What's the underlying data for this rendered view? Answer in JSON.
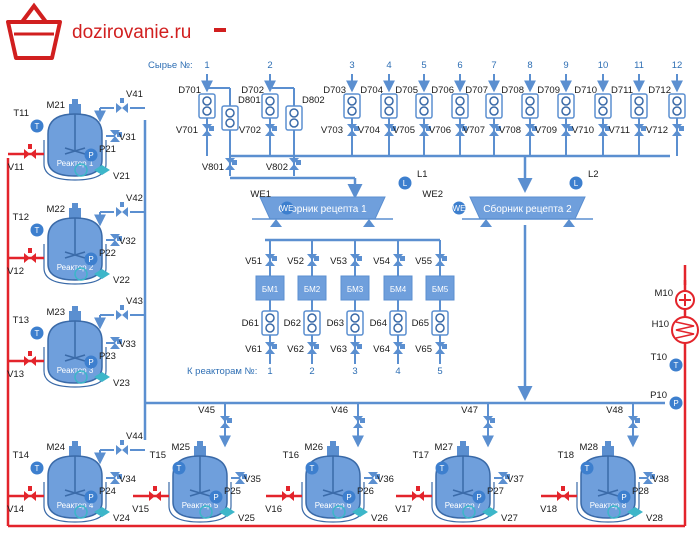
{
  "brand": {
    "name": "dozirovanie.ru"
  },
  "captions": {
    "raw_materials": "Сырье №:",
    "to_reactors": "К реакторам №:"
  },
  "colors": {
    "pipe": "#5b8fd0",
    "equipment": "#5b8fd0",
    "heating_line": "#e3242b",
    "valve_red": "#e3242b",
    "brand": "#d11f1f"
  },
  "feeds": [
    {
      "no": "1",
      "dispenser": "D701",
      "valve": "V701"
    },
    {
      "no": "2",
      "dispenser": "D702",
      "valve": "V702"
    },
    {
      "no": "3",
      "dispenser": "D703",
      "valve": "V703"
    },
    {
      "no": "4",
      "dispenser": "D704",
      "valve": "V704"
    },
    {
      "no": "5",
      "dispenser": "D705",
      "valve": "V705"
    },
    {
      "no": "6",
      "dispenser": "D706",
      "valve": "V706"
    },
    {
      "no": "7",
      "dispenser": "D707",
      "valve": "V707"
    },
    {
      "no": "8",
      "dispenser": "D708",
      "valve": "V708"
    },
    {
      "no": "9",
      "dispenser": "D709",
      "valve": "V709"
    },
    {
      "no": "10",
      "dispenser": "D710",
      "valve": "V710"
    },
    {
      "no": "11",
      "dispenser": "D711",
      "valve": "V711"
    },
    {
      "no": "12",
      "dispenser": "D712",
      "valve": "V712"
    }
  ],
  "extra_dispensers": [
    "D801",
    "D802"
  ],
  "extra_valves": [
    "V801",
    "V802"
  ],
  "collectors": [
    {
      "name": "Сборник рецепта 1",
      "weigher": "WE1",
      "level": "L1",
      "we_icon": "WE",
      "l_icon": "L"
    },
    {
      "name": "Сборник рецепта 2",
      "weigher": "WE2",
      "level": "L2",
      "we_icon": "WE",
      "l_icon": "L"
    }
  ],
  "mixers": [
    {
      "no": "1",
      "valve_in": "V51",
      "name": "БМ1",
      "dispenser": "D61",
      "valve_out": "V61"
    },
    {
      "no": "2",
      "valve_in": "V52",
      "name": "БМ2",
      "dispenser": "D62",
      "valve_out": "V62"
    },
    {
      "no": "3",
      "valve_in": "V53",
      "name": "БМ3",
      "dispenser": "D63",
      "valve_out": "V63"
    },
    {
      "no": "4",
      "valve_in": "V54",
      "name": "БМ4",
      "dispenser": "D64",
      "valve_out": "V64"
    },
    {
      "no": "5",
      "valve_in": "V55",
      "name": "БМ5",
      "dispenser": "D65",
      "valve_out": "V65"
    }
  ],
  "reactors": [
    {
      "name": "Реактор 1",
      "motor": "M21",
      "temp": "T11",
      "inlet": "V11",
      "top_valve": "V41",
      "valve_a": "V31",
      "pressure": "P21",
      "outlet": "V21"
    },
    {
      "name": "Реактор 2",
      "motor": "M22",
      "temp": "T12",
      "inlet": "V12",
      "top_valve": "V42",
      "valve_a": "V32",
      "pressure": "P22",
      "outlet": "V22"
    },
    {
      "name": "Реактор 3",
      "motor": "M23",
      "temp": "T13",
      "inlet": "V13",
      "top_valve": "V43",
      "valve_a": "V33",
      "pressure": "P23",
      "outlet": "V23"
    },
    {
      "name": "Реактор 4",
      "motor": "M24",
      "temp": "T14",
      "inlet": "V14",
      "top_valve": "V44",
      "valve_a": "V34",
      "pressure": "P24",
      "outlet": "V24"
    },
    {
      "name": "Реактор 5",
      "motor": "M25",
      "temp": "T15",
      "inlet": "V15",
      "top_valve": "V45",
      "valve_a": "V35",
      "pressure": "P25",
      "outlet": "V25"
    },
    {
      "name": "Реактор 6",
      "motor": "M26",
      "temp": "T16",
      "inlet": "V16",
      "top_valve": "V46",
      "valve_a": "V36",
      "pressure": "P26",
      "outlet": "V26"
    },
    {
      "name": "Реактор 7",
      "motor": "M27",
      "temp": "T17",
      "inlet": "V17",
      "top_valve": "V47",
      "valve_a": "V37",
      "pressure": "P27",
      "outlet": "V27"
    },
    {
      "name": "Реактор 8",
      "motor": "M28",
      "temp": "T18",
      "inlet": "V18",
      "top_valve": "V48",
      "valve_a": "V38",
      "pressure": "P28",
      "outlet": "V28"
    }
  ],
  "heater": {
    "motor": "M10",
    "heater": "H10",
    "temp": "T10",
    "pressure": "P10"
  },
  "icons": {
    "temperature": "T",
    "pressure": "P",
    "logo": "bucket-logo-icon"
  }
}
